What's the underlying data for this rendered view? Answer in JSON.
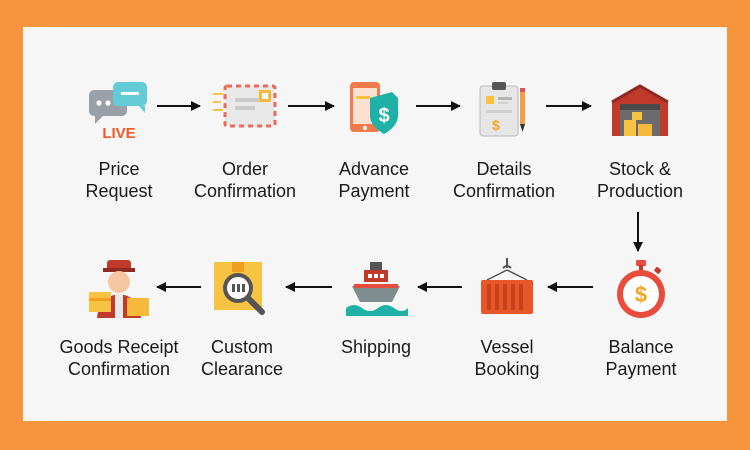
{
  "steps": [
    {
      "id": "price-request",
      "line1": "Price",
      "line2": "Request",
      "icon": "live-chat-icon"
    },
    {
      "id": "order-confirmation",
      "line1": "Order",
      "line2": "Confirmation",
      "icon": "envelope-icon"
    },
    {
      "id": "advance-payment",
      "line1": "Advance",
      "line2": "Payment",
      "icon": "mobile-payment-icon"
    },
    {
      "id": "details-confirmation",
      "line1": "Details",
      "line2": "Confirmation",
      "icon": "clipboard-icon"
    },
    {
      "id": "stock-production",
      "line1": "Stock &",
      "line2": "Production",
      "icon": "warehouse-icon"
    },
    {
      "id": "balance-payment",
      "line1": "Balance",
      "line2": "Payment",
      "icon": "stopwatch-dollar-icon"
    },
    {
      "id": "vessel-booking",
      "line1": "Vessel",
      "line2": "Booking",
      "icon": "container-icon"
    },
    {
      "id": "shipping",
      "line1": "Shipping",
      "line2": "",
      "icon": "ship-icon"
    },
    {
      "id": "custom-clearance",
      "line1": "Custom",
      "line2": "Clearance",
      "icon": "inspection-box-icon"
    },
    {
      "id": "goods-receipt-confirmation",
      "line1": "Goods Receipt",
      "line2": "Confirmation",
      "icon": "courier-icon"
    }
  ],
  "colors": {
    "frame": "#f6953e",
    "panel": "#f6f6f6",
    "text": "#1a1a1a",
    "arrow": "#111111"
  }
}
